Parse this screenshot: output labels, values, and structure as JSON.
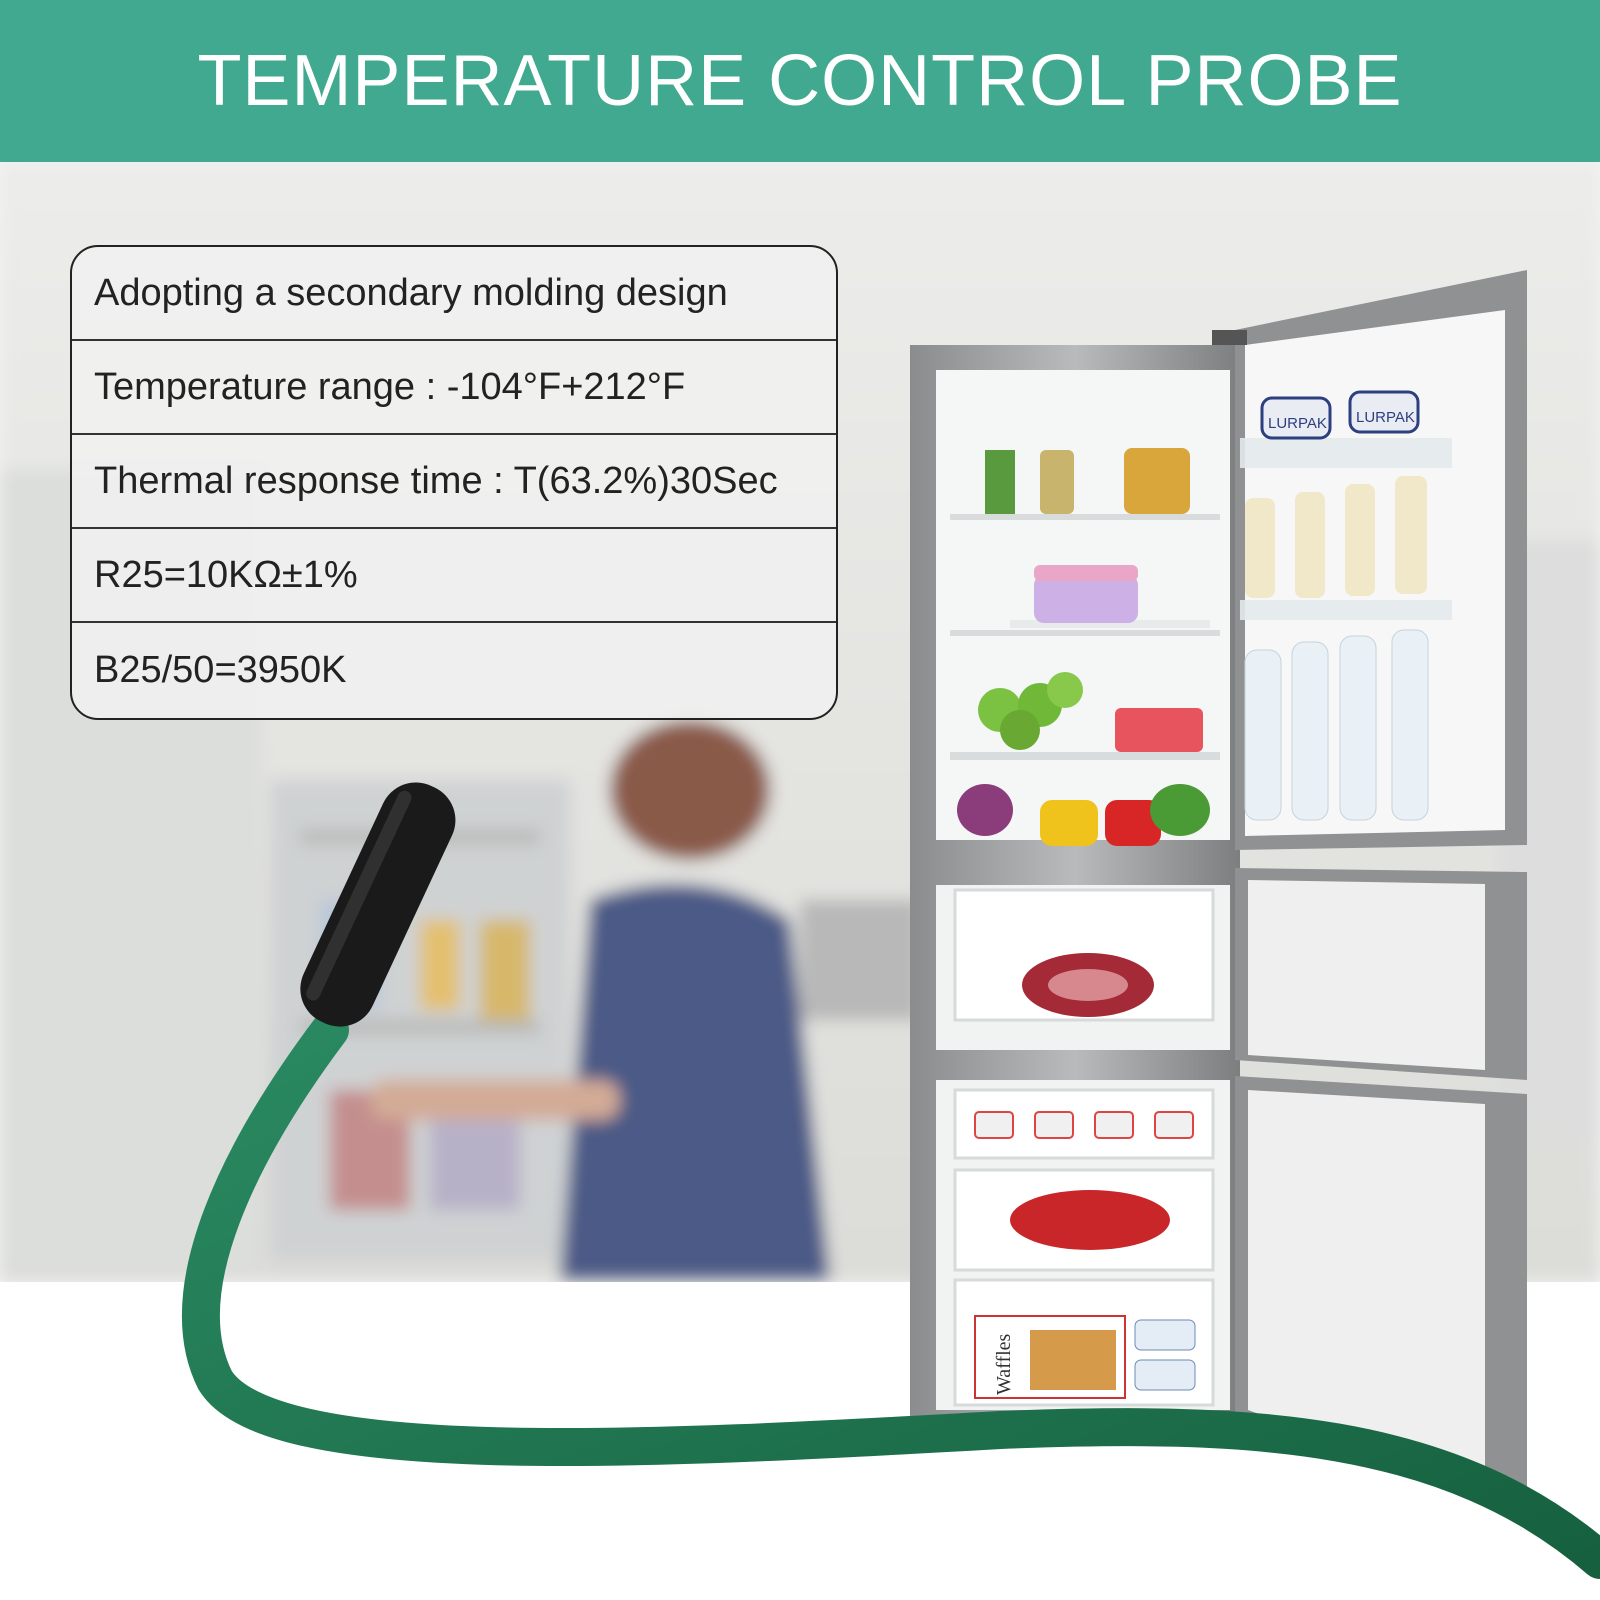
{
  "banner": {
    "title": "TEMPERATURE CONTROL PROBE"
  },
  "specs": [
    "Adopting a secondary molding design",
    "Temperature range : -104°F+212°F",
    "Thermal response time :  T(63.2%)30Sec",
    "R25=10KΩ±1%",
    "B25/50=3950K"
  ],
  "fridge": {
    "door_labels": [
      "LURPAK",
      "LURPAK"
    ],
    "drawer_label": "Waffles"
  },
  "colors": {
    "banner": "#41a98f",
    "cable": "#1f7a55",
    "probe_tip": "#1a1a1a"
  }
}
